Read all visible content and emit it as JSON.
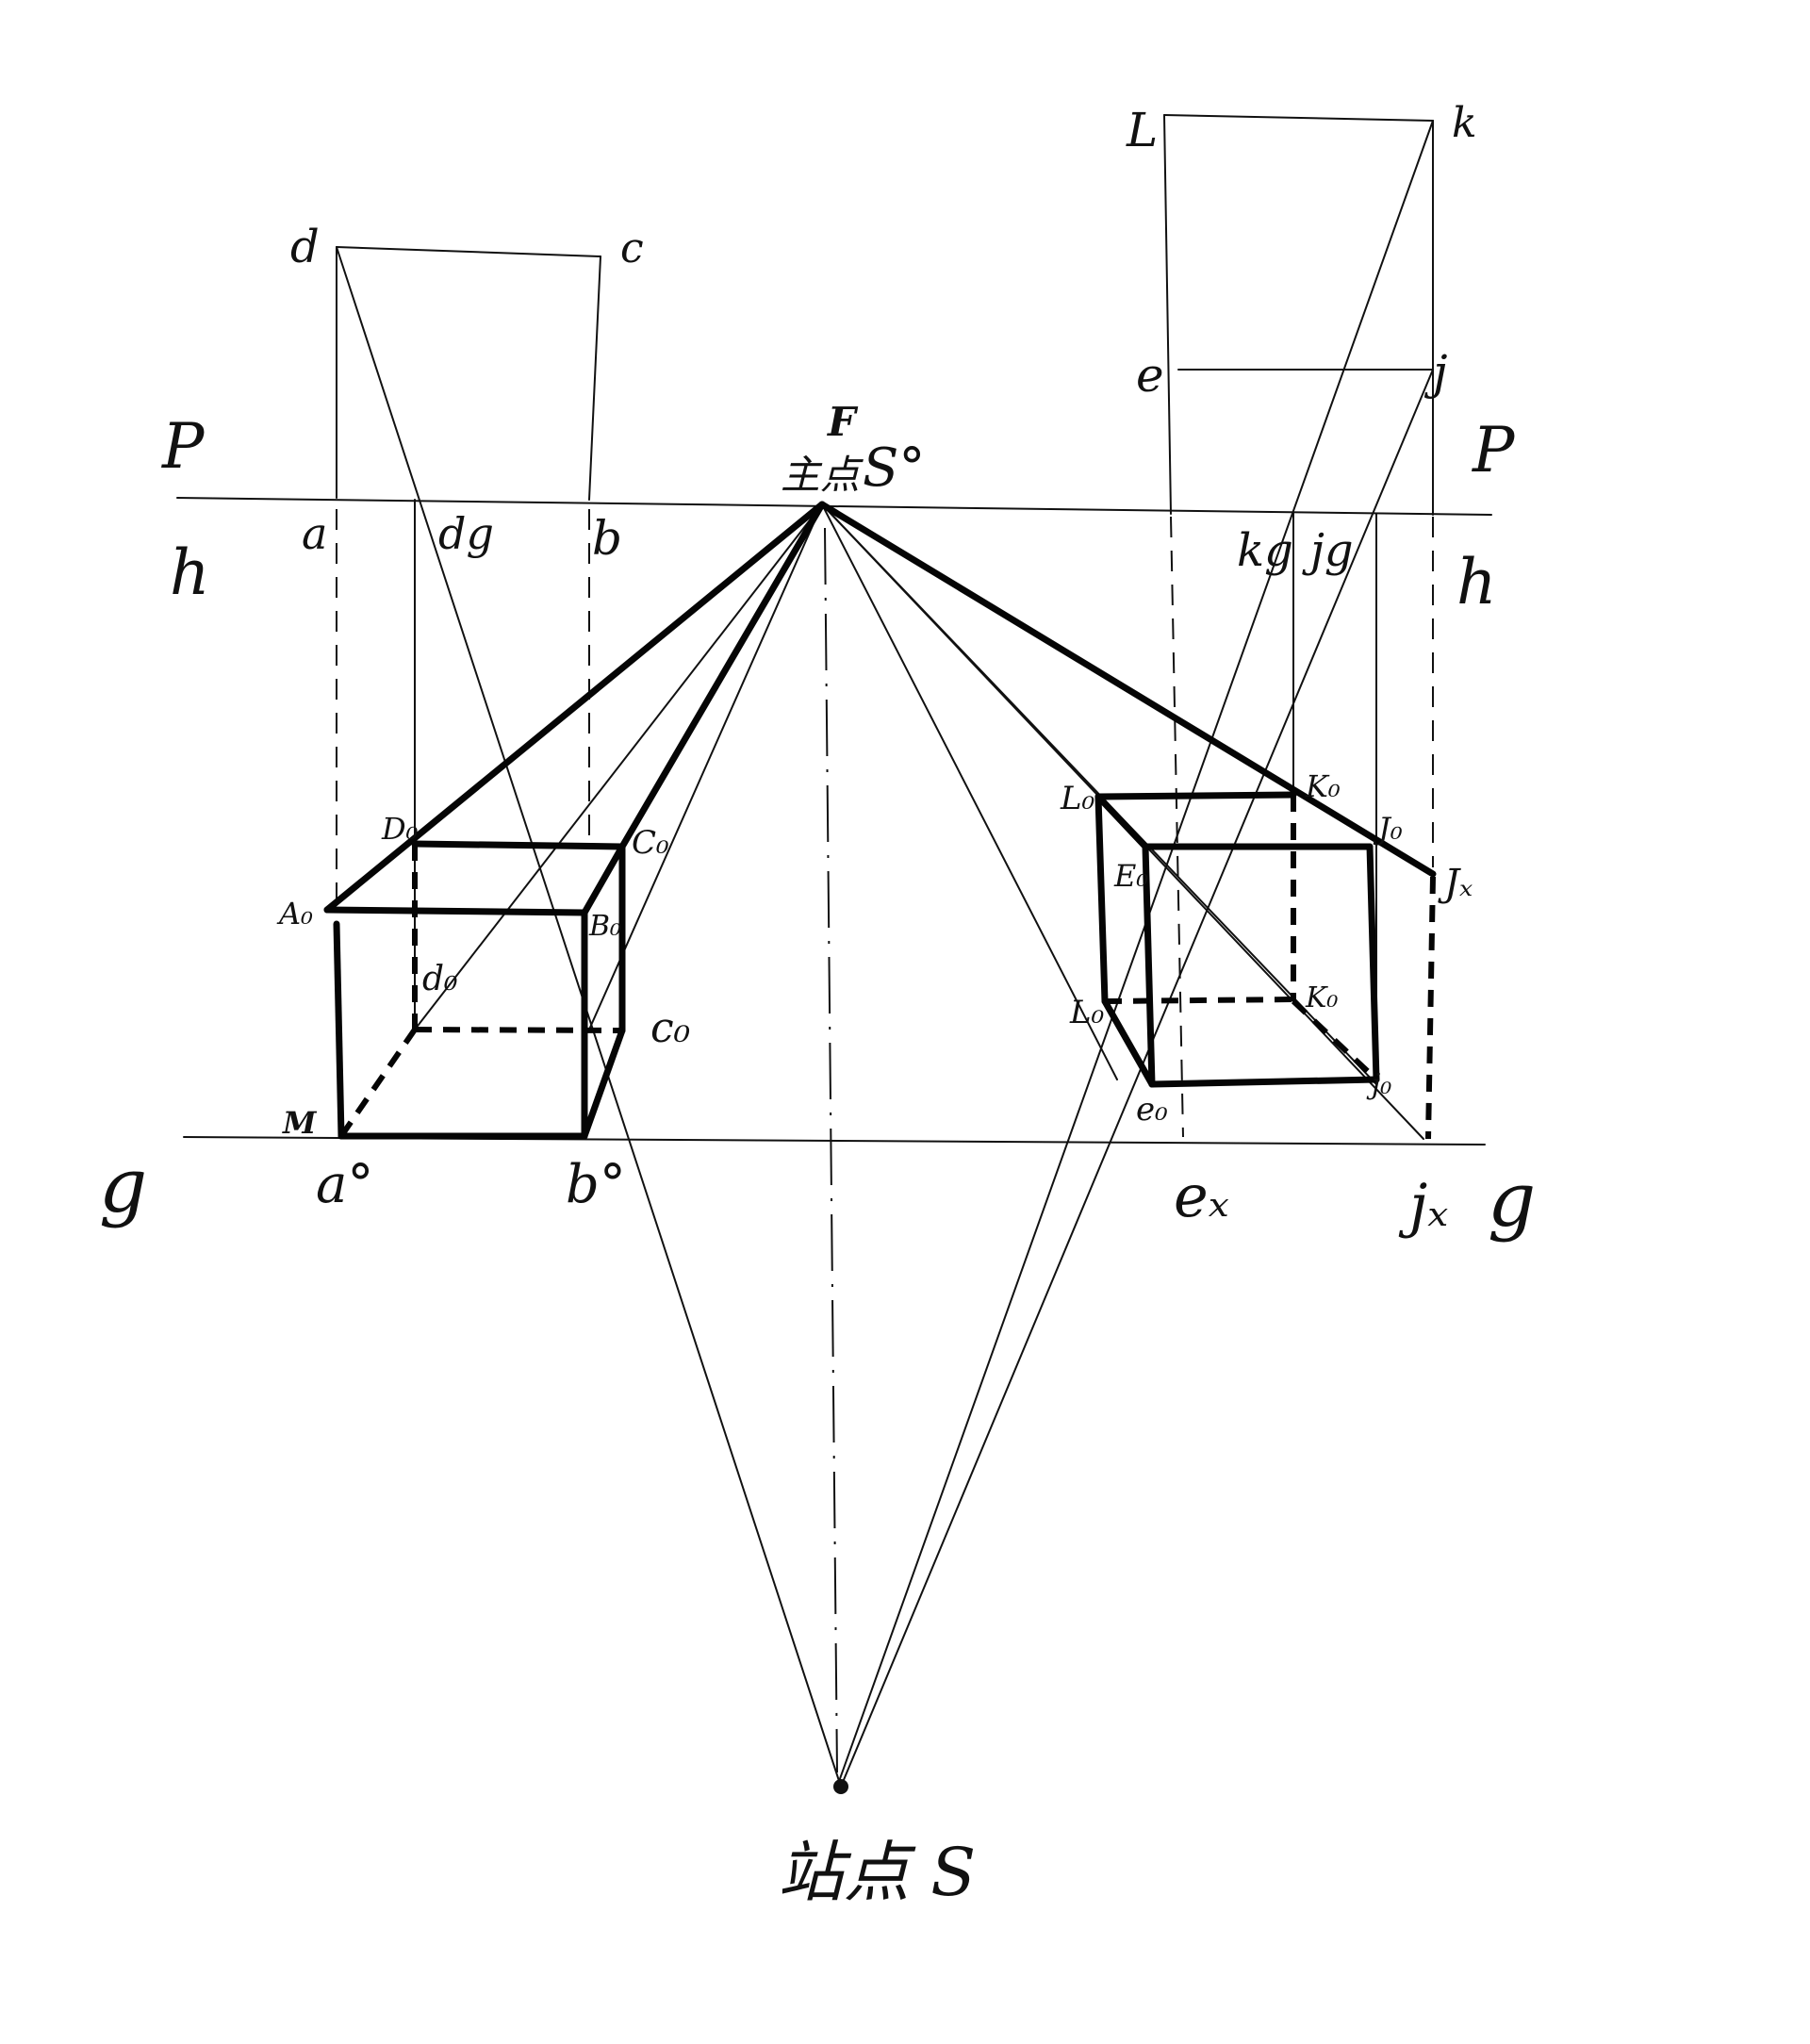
{
  "labels": {
    "P_left": "P",
    "h_left": "h",
    "g_left": "g",
    "P_right": "P",
    "h_right": "h",
    "g_right": "g",
    "d": "d",
    "c": "c",
    "a": "a",
    "dg": "dg",
    "b": "b",
    "L": "L",
    "k": "k",
    "e": "e",
    "j": "j",
    "kg": "kg",
    "jg": "jg",
    "F": "F",
    "S0": "S°",
    "D0": "D₀",
    "C0_top": "C₀",
    "A0": "A₀",
    "B0": "B₀",
    "d0": "d₀",
    "c0": "c₀",
    "M": "M",
    "a0": "a°",
    "b0": "b°",
    "L0_top": "L₀",
    "K0_top": "K₀",
    "J0": "J₀",
    "E0_top": "E₀",
    "Jx": "Jₓ",
    "L0_low": "L₀",
    "K0_low": "K₀",
    "j0": "j₀",
    "e0": "e₀",
    "ex": "eₓ",
    "jx": "jₓ",
    "station": "站点 S"
  }
}
